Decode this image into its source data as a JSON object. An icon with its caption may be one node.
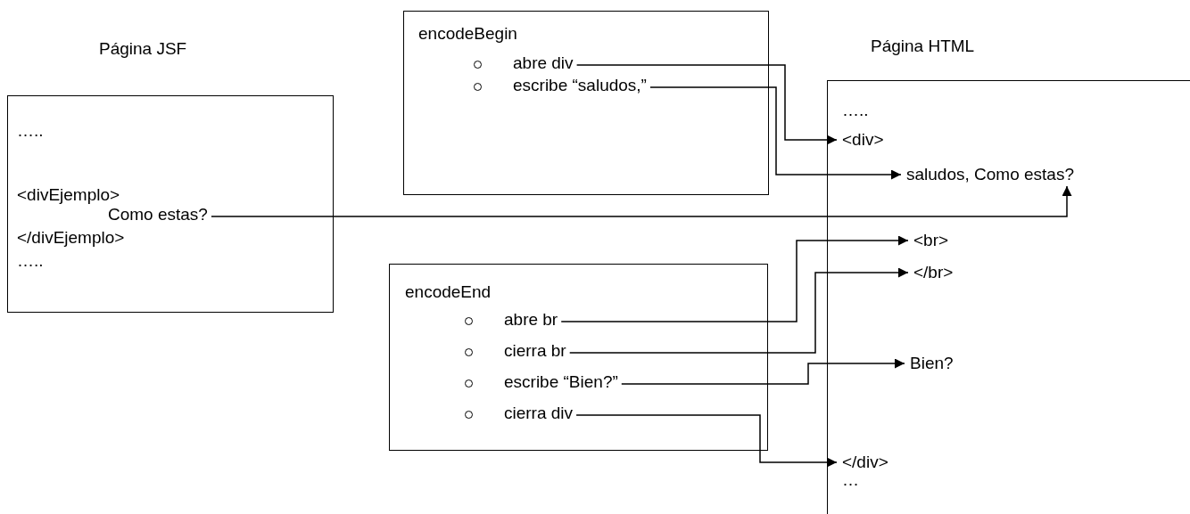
{
  "diagram": {
    "nodes": [
      {
        "text": [
          "Página JSF",
          "…..",
          "<divEjemplo>",
          "</divEjemplo>",
          "….."
        ]
      },
      {
        "text": [
          "Como estas?"
        ],
        "in": 0
      },
      {
        "text": [
          "encodeBegin"
        ]
      },
      {
        "text": [
          "abre div"
        ],
        "in": 2
      },
      {
        "text": [
          "escribe “saludos,”"
        ],
        "in": 2
      },
      {
        "text": [
          "Página HTML",
          "…..",
          "…"
        ]
      },
      {
        "text": [
          "<div>"
        ],
        "in": 5
      },
      {
        "text": [
          "saludos, Como estas?"
        ],
        "in": 5
      },
      {
        "text": [
          "<br>"
        ],
        "in": 5
      },
      {
        "text": [
          "</br>"
        ],
        "in": 5
      },
      {
        "text": [
          "Bien?"
        ],
        "in": 5
      },
      {
        "text": [
          "</div>"
        ],
        "in": 5
      },
      {
        "text": [
          "encodeEnd"
        ]
      },
      {
        "text": [
          "abre br"
        ],
        "in": 12
      },
      {
        "text": [
          "cierra br"
        ],
        "in": 12
      },
      {
        "text": [
          "escribe “Bien?”"
        ],
        "in": 12
      },
      {
        "text": [
          "cierra div"
        ],
        "in": 12
      }
    ],
    "edges": [
      {
        "from": 3,
        "to": 6,
        "arrow": "to"
      },
      {
        "from": 4,
        "to": 7,
        "arrow": "to"
      },
      {
        "from": 1,
        "to": 7,
        "arrow": "to"
      },
      {
        "from": 13,
        "to": 8,
        "arrow": "to"
      },
      {
        "from": 14,
        "to": 9,
        "arrow": "to"
      },
      {
        "from": 15,
        "to": 10,
        "arrow": "to"
      },
      {
        "from": 16,
        "to": 11,
        "arrow": "to"
      }
    ]
  }
}
